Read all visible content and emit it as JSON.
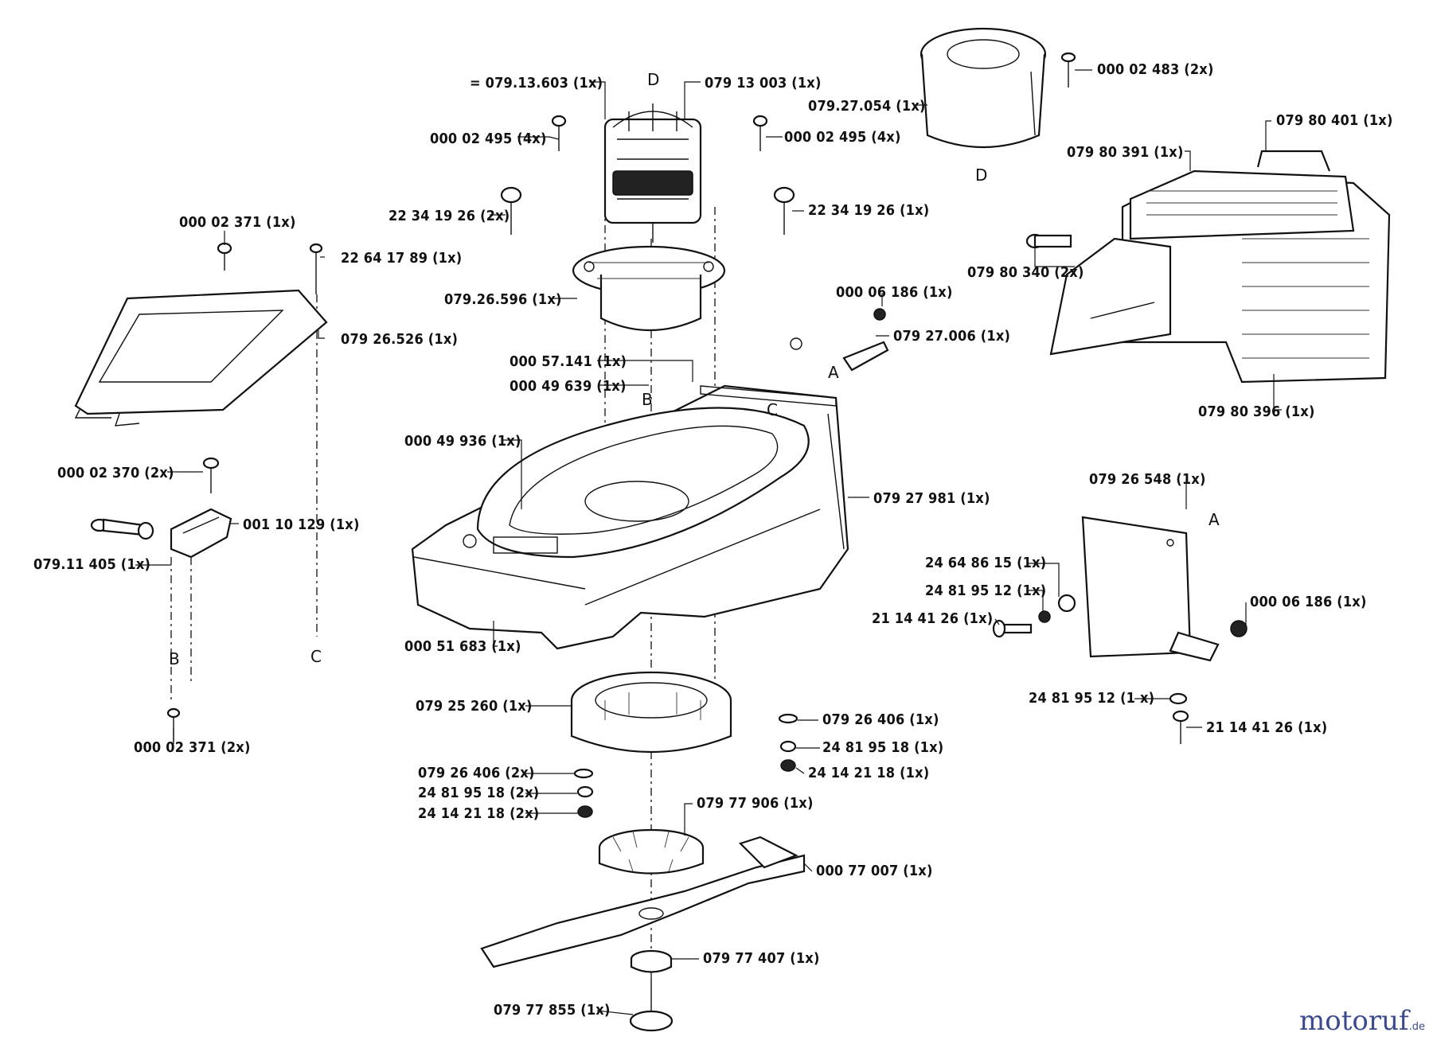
{
  "labels": [
    "= 079.13.603  (1x)",
    "079 13 003  (1x)",
    "000 02 495  (4x)",
    "000 02 495  (4x)",
    "22 34 19 26  (2x)",
    "22 34 19 26  (1x)",
    "079.26.596 (1x)",
    "000 02 371  (1x)",
    "22 64 17 89  (1x)",
    "079 26.526  (1x)",
    "079.27.054 (1x)",
    "000 02 483  (2x)",
    "079 80 401  (1x)",
    "079 80 391  (1x)",
    "079 80 340  (2x)",
    "079 80 396  (1x)",
    "000 06 186  (1x)",
    "079 27.006  (1x)",
    "000 57.141  (1x)",
    "000 49 639  (1x)",
    "000 49 936  (1x)",
    "079 27 981  (1x)",
    "000 02 370  (2x)",
    "001 10 129  (1x)",
    "079.11 405  (1x)",
    "000 51 683  (1x)",
    "000 02 371  (2x)",
    "079 26 548  (1x)",
    "24 64 86 15  (1x)",
    "24 81 95 12  (1x)",
    "21 14 41 26  (1x)",
    "000 06 186  (1x)",
    "24 81 95 12  (1 x)",
    "21 14 41 26  (1x)",
    "079 25 260  (1x)",
    "079 26 406  (1x)",
    "24 81 95 18  (1x)",
    "24 14 21 18  (1x)",
    "079 26 406 (2x)",
    "24 81 95 18  (2x)",
    "24 14 21 18  (2x)",
    "079 77 906  (1x)",
    "000 77 007  (1x)",
    "079 77 407  (1x)",
    "079 77 855  (1x)"
  ],
  "refs": [
    "D",
    "D",
    "B",
    "C",
    "A",
    "A",
    "B",
    "C"
  ],
  "watermark": {
    "name": "motoruf",
    "domain": ".de"
  }
}
